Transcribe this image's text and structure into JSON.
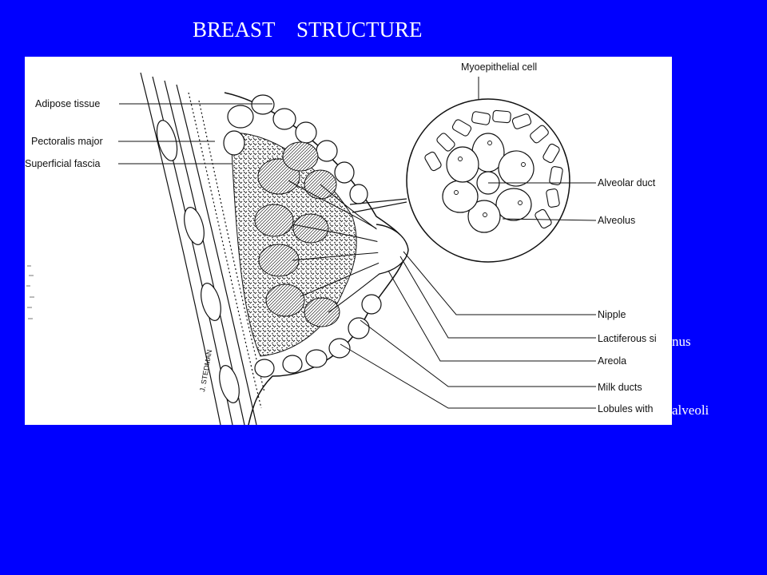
{
  "slide": {
    "title": "BREAST    STRUCTURE",
    "background": "#0000FF",
    "title_color": "#FFFFFF"
  },
  "figure": {
    "panel_color": "#FFFFFF",
    "line_color": "#111111",
    "labels_left": {
      "adipose": "Adipose tissue",
      "pectoralis": "Pectoralis major",
      "fascia": "Superficial fascia"
    },
    "labels_inset": {
      "myoepithelial": "Myoepithelial cell",
      "alveolar_duct": "Alveolar duct",
      "alveolus": "Alveolus"
    },
    "labels_right": {
      "nipple": "Nipple",
      "lactiferous_prefix": "Lactiferous si",
      "areola": "Areola",
      "milk_ducts": "Milk ducts",
      "lobules_prefix": "Lobules with"
    },
    "signature": "J. STEDMAN"
  },
  "overflow": {
    "lactiferous_suffix": "nus",
    "lobules_suffix": "alveoli"
  }
}
